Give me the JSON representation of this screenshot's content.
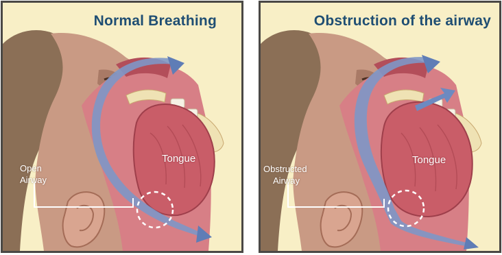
{
  "panels": {
    "normal": {
      "title": "Normal Breathing",
      "tongue_label": "Tongue",
      "callout_line1": "Open",
      "callout_line2": "Airway"
    },
    "obstructed": {
      "title": "Obstruction of the airway",
      "tongue_label": "Tongue",
      "callout_line1": "Obstructed",
      "callout_line2": "Airway"
    }
  },
  "colors": {
    "background": "#f8efc6",
    "border": "#4a4845",
    "title": "#1f4e73",
    "skin": "#c99a84",
    "hair": "#8b6f56",
    "tongue": "#c95d68",
    "airway": "#7e97c7",
    "bone": "#efe2b4"
  }
}
